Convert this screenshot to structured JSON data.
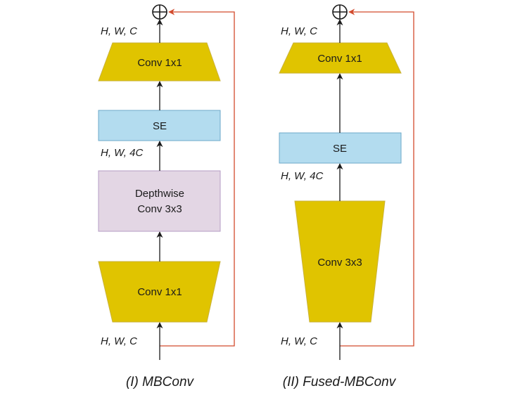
{
  "colors": {
    "conv": "#e0c400",
    "conv_stroke": "#c9b23a",
    "se": "#b3dcef",
    "se_stroke": "#6ea9c9",
    "depthwise": "#e3d6e4",
    "depthwise_stroke": "#b49cc4",
    "arrow": "#1a1a1a",
    "residual": "#d24a2c"
  },
  "diagrams": [
    {
      "caption": "(I) MBConv",
      "blocks": {
        "top_conv": "Conv 1x1",
        "se": "SE",
        "depthwise_line1": "Depthwise",
        "depthwise_line2": "Conv 3x3",
        "bottom_conv": "Conv 1x1"
      },
      "dims": {
        "output": "H, W, C",
        "expanded": "H, W, 4C",
        "input": "H, W, C"
      },
      "add_symbol": "⊕"
    },
    {
      "caption": "(II) Fused-MBConv",
      "blocks": {
        "top_conv": "Conv 1x1",
        "se": "SE",
        "fused_conv": "Conv 3x3"
      },
      "dims": {
        "output": "H, W, C",
        "expanded": "H, W, 4C",
        "input": "H, W, C"
      },
      "add_symbol": "⊕"
    }
  ]
}
